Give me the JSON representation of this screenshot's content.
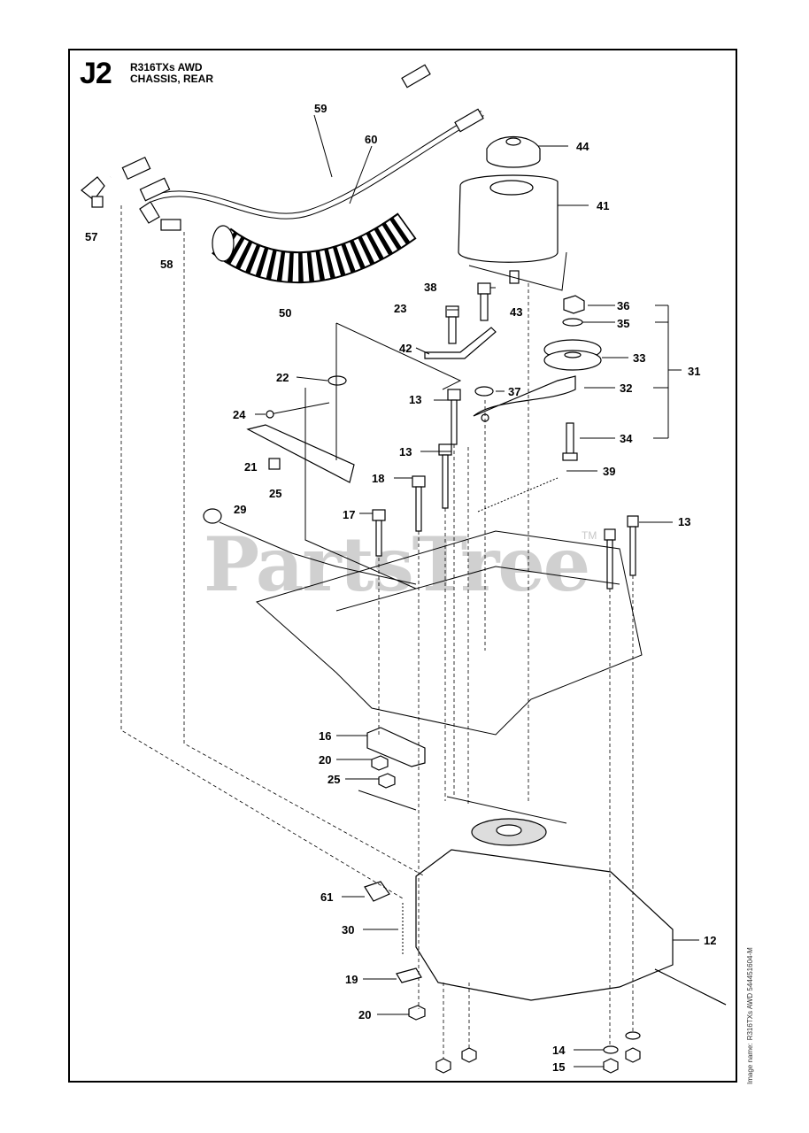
{
  "diagram": {
    "code": "J2",
    "title_line1": "R316TXs AWD",
    "title_line2": "CHASSIS, REAR",
    "watermark": "PartsTree",
    "trademark": "TM",
    "image_name_label": "Image name:",
    "image_name_value": "R316TXs AWD 544451604-M"
  },
  "callouts": [
    {
      "id": "c59",
      "label": "59"
    },
    {
      "id": "c60",
      "label": "60"
    },
    {
      "id": "c44",
      "label": "44"
    },
    {
      "id": "c41",
      "label": "41"
    },
    {
      "id": "c57",
      "label": "57"
    },
    {
      "id": "c58",
      "label": "58"
    },
    {
      "id": "c50",
      "label": "50"
    },
    {
      "id": "c38",
      "label": "38"
    },
    {
      "id": "c43",
      "label": "43"
    },
    {
      "id": "c23",
      "label": "23"
    },
    {
      "id": "c36",
      "label": "36"
    },
    {
      "id": "c35",
      "label": "35"
    },
    {
      "id": "c42",
      "label": "42"
    },
    {
      "id": "c33",
      "label": "33"
    },
    {
      "id": "c31",
      "label": "31"
    },
    {
      "id": "c22",
      "label": "22"
    },
    {
      "id": "c37",
      "label": "37"
    },
    {
      "id": "c32",
      "label": "32"
    },
    {
      "id": "c13a",
      "label": "13"
    },
    {
      "id": "c24",
      "label": "24"
    },
    {
      "id": "c34",
      "label": "34"
    },
    {
      "id": "c13b",
      "label": "13"
    },
    {
      "id": "c21",
      "label": "21"
    },
    {
      "id": "c39",
      "label": "39"
    },
    {
      "id": "c18",
      "label": "18"
    },
    {
      "id": "c25a",
      "label": "25"
    },
    {
      "id": "c29",
      "label": "29"
    },
    {
      "id": "c17",
      "label": "17"
    },
    {
      "id": "c13c",
      "label": "13"
    },
    {
      "id": "c16",
      "label": "16"
    },
    {
      "id": "c20a",
      "label": "20"
    },
    {
      "id": "c25b",
      "label": "25"
    },
    {
      "id": "c61",
      "label": "61"
    },
    {
      "id": "c30",
      "label": "30"
    },
    {
      "id": "c12",
      "label": "12"
    },
    {
      "id": "c19",
      "label": "19"
    },
    {
      "id": "c20b",
      "label": "20"
    },
    {
      "id": "c14",
      "label": "14"
    },
    {
      "id": "c15",
      "label": "15"
    }
  ]
}
